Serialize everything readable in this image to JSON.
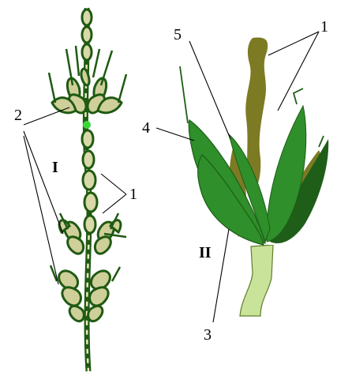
{
  "figure": {
    "panel_I": {
      "label": "I"
    },
    "panel_II": {
      "label": "II"
    },
    "callouts": {
      "left_2": "2",
      "left_1": "1",
      "right_1": "1",
      "right_5": "5",
      "right_4": "4",
      "right_3": "3"
    }
  },
  "colors": {
    "stem_outline": "#1f5a12",
    "spikelet_fill": "#cfcf9a",
    "leaf_green": "#2f8f2a",
    "leaf_dark": "#1e5e18",
    "olive": "#7d7a24",
    "pale_stem": "#c9e39a"
  }
}
